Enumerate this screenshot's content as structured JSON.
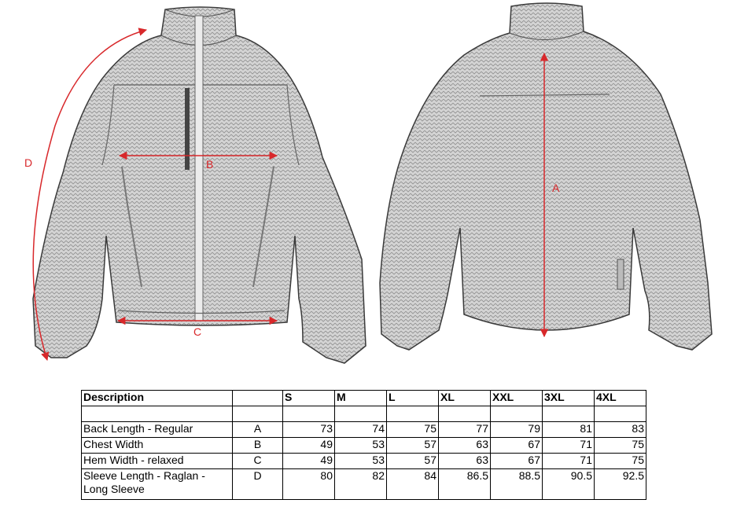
{
  "illustration": {
    "labels": {
      "a": "A",
      "b": "B",
      "c": "C",
      "d": "D"
    },
    "colors": {
      "accent": "#d8282b",
      "outline": "#3a3a3a",
      "fabric": "#cfcfcf"
    }
  },
  "table": {
    "headers": [
      "Description",
      "",
      "S",
      "M",
      "L",
      "XL",
      "XXL",
      "3XL",
      "4XL"
    ],
    "rows": [
      {
        "desc": "Back Length - Regular",
        "code": "A",
        "values": [
          "73",
          "74",
          "75",
          "77",
          "79",
          "81",
          "83"
        ]
      },
      {
        "desc": "Chest Width",
        "code": "B",
        "values": [
          "49",
          "53",
          "57",
          "63",
          "67",
          "71",
          "75"
        ]
      },
      {
        "desc": "Hem Width - relaxed",
        "code": "C",
        "values": [
          "49",
          "53",
          "57",
          "63",
          "67",
          "71",
          "75"
        ]
      },
      {
        "desc": "Sleeve Length - Raglan - Long Sleeve",
        "code": "D",
        "values": [
          "80",
          "82",
          "84",
          "86.5",
          "88.5",
          "90.5",
          "92.5"
        ]
      }
    ]
  }
}
